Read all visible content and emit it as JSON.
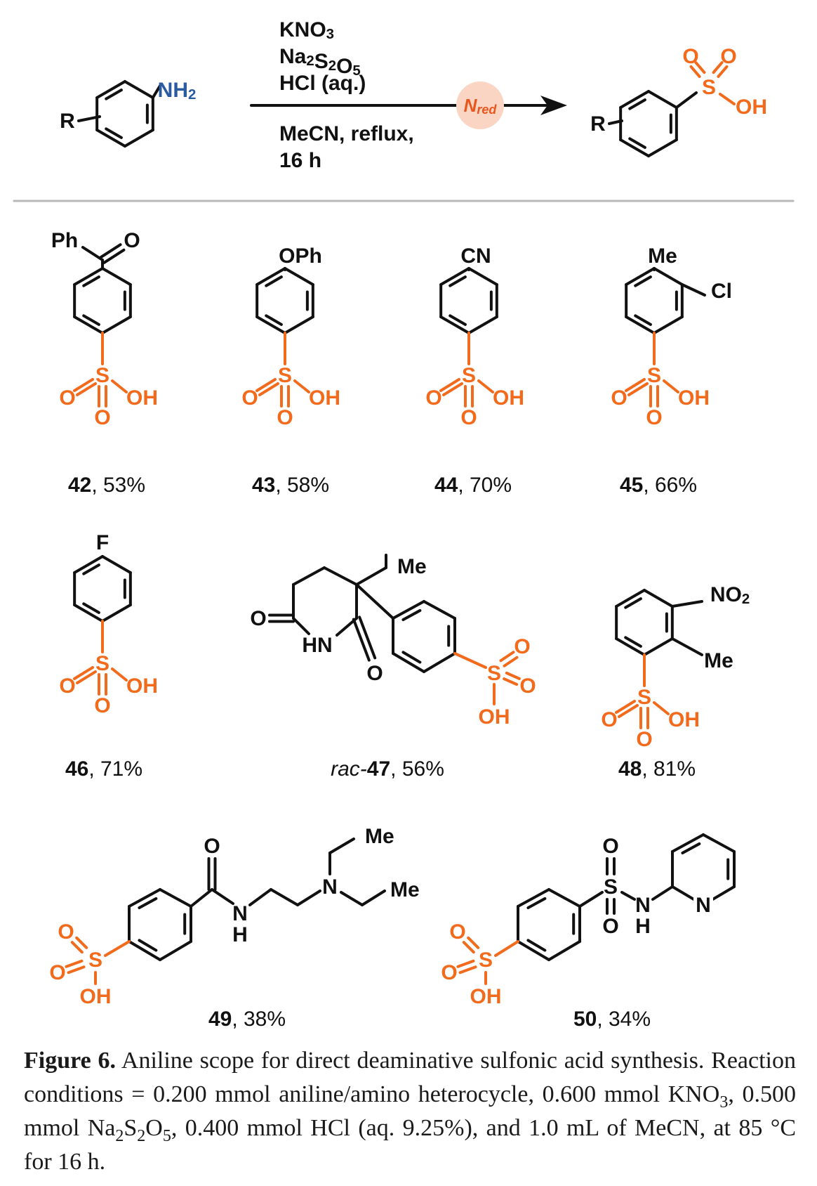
{
  "colors": {
    "bond": "#111111",
    "amine": "#2a5aa0",
    "sulfonic": "#f26b1d",
    "nred_fill": "#fbd5c3",
    "nred_text": "#e8571e",
    "divider": "#b8b8b8"
  },
  "reaction": {
    "r_label": "R",
    "amine_label": "NH",
    "amine_sub": "2",
    "reagents": [
      {
        "parts": [
          {
            "t": "KNO"
          },
          {
            "t": "3",
            "sub": true
          }
        ]
      },
      {
        "parts": [
          {
            "t": "Na"
          },
          {
            "t": "2",
            "sub": true
          },
          {
            "t": "S"
          },
          {
            "t": "2",
            "sub": true
          },
          {
            "t": "O"
          },
          {
            "t": "5",
            "sub": true
          }
        ]
      },
      {
        "parts": [
          {
            "t": "HCl (aq.)"
          }
        ]
      }
    ],
    "conditions": [
      "MeCN, reflux,",
      "16 h"
    ],
    "nred": "N",
    "nred_sub": "red",
    "product_o": "O",
    "product_s": "S",
    "product_oh": "OH"
  },
  "atoms": {
    "o": "O",
    "s": "S",
    "oh": "OH",
    "ph": "Ph",
    "oph": "OPh",
    "cn": "CN",
    "me": "Me",
    "cl": "Cl",
    "f": "F",
    "hn": "HN",
    "no2": "NO",
    "no2_sub": "2",
    "n": "N",
    "h": "H"
  },
  "compounds": [
    {
      "id": "42",
      "yield": ", 53%",
      "prefix": ""
    },
    {
      "id": "43",
      "yield": ", 58%",
      "prefix": ""
    },
    {
      "id": "44",
      "yield": ", 70%",
      "prefix": ""
    },
    {
      "id": "45",
      "yield": ", 66%",
      "prefix": ""
    },
    {
      "id": "46",
      "yield": ", 71%",
      "prefix": ""
    },
    {
      "id": "47",
      "yield": ", 56%",
      "prefix": "rac-"
    },
    {
      "id": "48",
      "yield": ", 81%",
      "prefix": ""
    },
    {
      "id": "49",
      "yield": ", 38%",
      "prefix": ""
    },
    {
      "id": "50",
      "yield": ", 34%",
      "prefix": ""
    }
  ],
  "caption": {
    "label": "Figure 6.",
    "parts": [
      {
        "t": " Aniline scope for direct deaminative sulfonic acid synthesis. Reaction conditions = 0.200 mmol aniline/amino heterocycle, 0.600 mmol KNO"
      },
      {
        "t": "3",
        "sub": true
      },
      {
        "t": ", 0.500 mmol Na"
      },
      {
        "t": "2",
        "sub": true
      },
      {
        "t": "S"
      },
      {
        "t": "2",
        "sub": true
      },
      {
        "t": "O"
      },
      {
        "t": "5",
        "sub": true
      },
      {
        "t": ", 0.400 mmol HCl (aq. 9.25%), and 1.0 mL of MeCN, at 85 °C for 16 h."
      }
    ]
  }
}
